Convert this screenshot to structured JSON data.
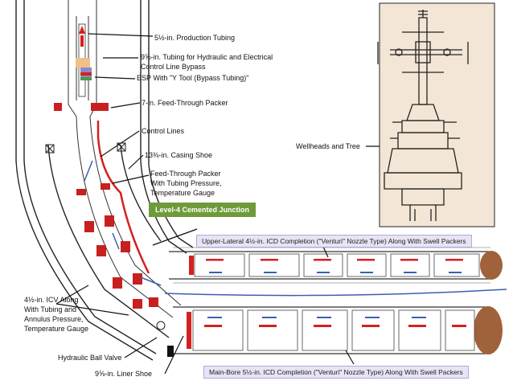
{
  "labels": {
    "production_tubing": "5½-in. Production Tubing",
    "bypass_tubing_1": "9⅝-in. Tubing for Hydraulic and Electrical",
    "bypass_tubing_2": "Control Line Bypass",
    "esp": "ESP With \"Y Tool (Bypass Tubing)\"",
    "packer_7in": "7-in. Feed-Through Packer",
    "control_lines": "Control Lines",
    "casing_shoe": "13⅜-in. Casing Shoe",
    "ftp_1": "Feed-Through Packer",
    "ftp_2": "With Tubing Pressure,",
    "ftp_3": "Temperature Gauge",
    "junction": "Level-4 Cemented Junction",
    "upper_lateral": "Upper-Lateral 4½-in. ICD Completion (\"Venturi\" Nozzle Type) Along With Swell Packers",
    "icv_1": "4½-in. ICV Along",
    "icv_2": "With Tubing and",
    "icv_3": "Annulus Pressure,",
    "icv_4": "Temperature Gauge",
    "ball_valve": "Hydraulic Ball Valve",
    "liner_shoe": "9⅝-in. Liner Shoe",
    "main_bore": "Main-Bore 5½-in. ICD Completion (\"Venturi\" Nozzle Type) Along With Swell Packers",
    "wellheads": "Wellheads and Tree"
  },
  "colors": {
    "flow_red": "#d42020",
    "flow_blue": "#3a5fb0",
    "junction_green": "#6f9a3a",
    "box_purple": "#e8e4f4",
    "panel_beige": "#f4e6d6",
    "plug_brown": "#a0623a"
  }
}
